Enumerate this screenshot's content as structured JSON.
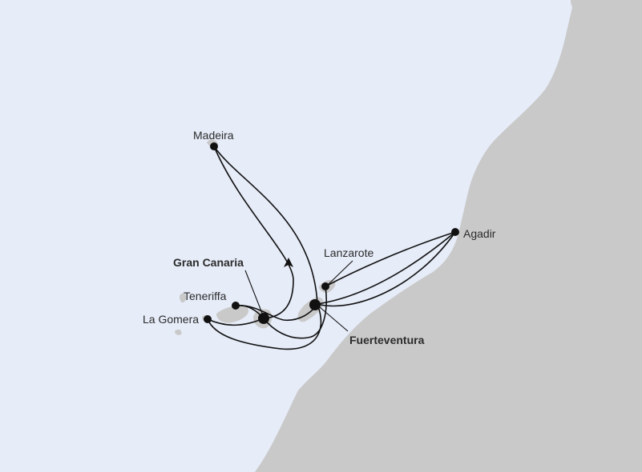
{
  "map": {
    "colors": {
      "sea": "#e6ecf8",
      "land": "#c9c9c9",
      "route": "#111111",
      "marker": "#111111",
      "label": "#2b2b2b"
    },
    "ports": [
      {
        "id": "madeira",
        "label": "Madeira",
        "main": false
      },
      {
        "id": "agadir",
        "label": "Agadir",
        "main": false
      },
      {
        "id": "lanzarote",
        "label": "Lanzarote",
        "main": false
      },
      {
        "id": "gran-canaria",
        "label": "Gran Canaria",
        "main": true
      },
      {
        "id": "teneriffa",
        "label": "Teneriffa",
        "main": false
      },
      {
        "id": "la-gomera",
        "label": "La Gomera",
        "main": false
      },
      {
        "id": "fuerteventura",
        "label": "Fuerteventura",
        "main": true
      }
    ],
    "route_icons": [
      "direction-arrow-icon"
    ]
  }
}
